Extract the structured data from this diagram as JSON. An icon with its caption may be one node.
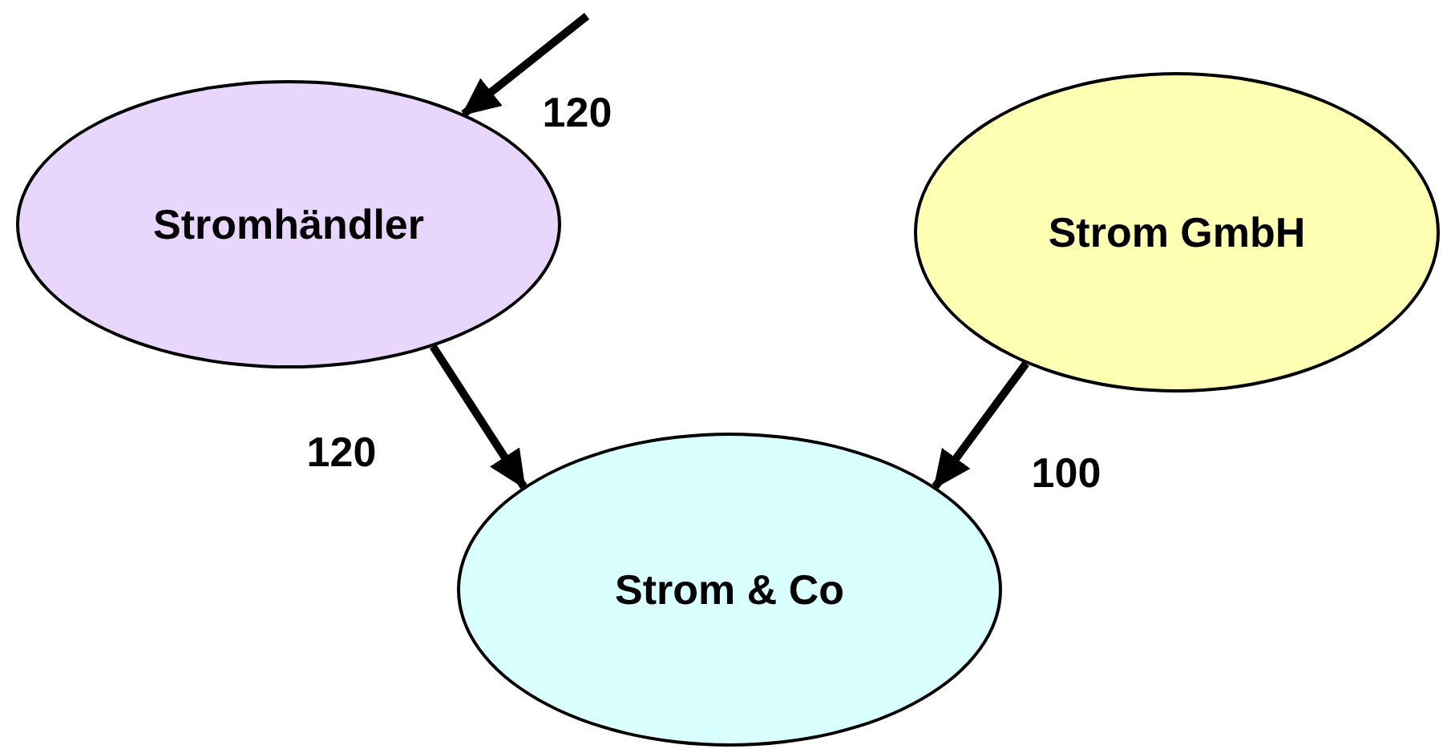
{
  "diagram": {
    "nodes": [
      {
        "text": [
          "Stromhändler"
        ]
      },
      {
        "text": [
          "Strom GmbH"
        ]
      },
      {
        "text": [
          "Strom & Co"
        ]
      }
    ],
    "edges": [
      {
        "from": null,
        "to": 0,
        "arrow": "to",
        "label": "120"
      },
      {
        "from": 0,
        "to": 2,
        "arrow": "to",
        "label": "120"
      },
      {
        "from": 1,
        "to": 2,
        "arrow": "to",
        "label": "100"
      }
    ]
  }
}
